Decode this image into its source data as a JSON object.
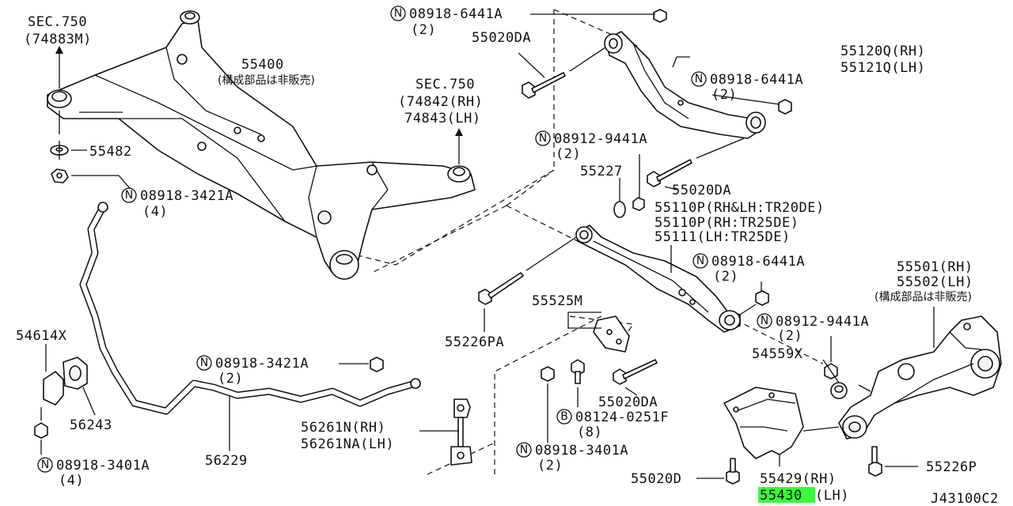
{
  "labels": {
    "sec750_top": "SEC.750",
    "p74883m": "(74883M)",
    "p55400": "55400",
    "p55400_note": "(構成部品は非販売)",
    "p55482": "55482",
    "n08918_3421a_1": "08918-3421A",
    "n08918_3421a_1_qty": "(4)",
    "sec750_mid": "SEC.750",
    "p74842": "(74842(RH)",
    "p74843": "74843(LH)",
    "n08918_6441a_top": "08918-6441A",
    "n08918_6441a_top_qty": "(2)",
    "p55020da_1": "55020DA",
    "p55120q": "55120Q(RH)",
    "p55121q": "55121Q(LH)",
    "n08918_6441a_2": "08918-6441A",
    "n08918_6441a_2_qty": "(2)",
    "n08912_9441a_1": "08912-9441A",
    "n08912_9441a_1_qty": "(2)",
    "p55227": "55227",
    "p55020da_2": "55020DA",
    "p55110p_a": "55110P(RH&LH:TR20DE)",
    "p55110p_b": "55110P(RH:TR25DE)",
    "p55111": "55111(LH:TR25DE)",
    "n08918_6441a_3": "08918-6441A",
    "n08918_6441a_3_qty": "(2)",
    "p55501": "55501(RH)",
    "p55502": "55502(LH)",
    "p5550x_note": "(構成部品は非販売)",
    "p55525m": "55525M",
    "p55226pa": "55226PA",
    "n08912_9441a_2": "08912-9441A",
    "n08912_9441a_2_qty": "(2)",
    "p54559x": "54559X",
    "p54614x": "54614X",
    "n08918_3421a_2": "08918-3421A",
    "n08918_3421a_2_qty": "(2)",
    "p55020da_3": "55020DA",
    "b08124_0251f": "08124-0251F",
    "b08124_0251f_qty": "(8)",
    "p56243": "56243",
    "p56261n": "56261N(RH)",
    "p56261na": "56261NA(LH)",
    "n08918_3401a_1": "08918-3401A",
    "n08918_3401a_1_qty": "(4)",
    "p56229": "56229",
    "n08918_3401a_2": "08918-3401A",
    "n08918_3401a_2_qty": "(2)",
    "p55020d": "55020D",
    "p55429": "55429(RH)",
    "p55430": "55430",
    "p55430_side": "(LH)",
    "p55226p": "55226P",
    "diagram_code": "J43100C2"
  },
  "symbols": {
    "n": "N",
    "b": "B"
  },
  "colors": {
    "highlight": "#39ff3a",
    "line": "#111111"
  }
}
